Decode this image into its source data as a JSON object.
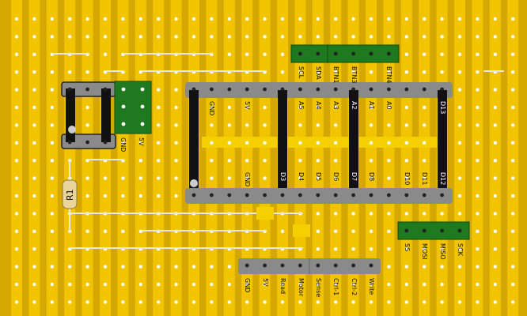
{
  "colors": {
    "board": "#d4a800",
    "strip": "#f2c400",
    "hole": "#ffffff",
    "header_gray": "#8a8a8a",
    "header_green": "#1f7a1f",
    "jumper": "#111111",
    "wire": "#e8e8e8",
    "resistor": "#e9d59a"
  },
  "resistor": {
    "label": "R1"
  },
  "power_header": {
    "labels": [
      "GND",
      "5V"
    ]
  },
  "i2c_header": {
    "labels": [
      "SCL",
      "SDA",
      "BTN1",
      "BTN3",
      "BTN4"
    ]
  },
  "arduino": {
    "top_labels": [
      "GND",
      "5V",
      "A5",
      "A4",
      "A3",
      "A2",
      "A1",
      "A0",
      "D13"
    ],
    "bottom_labels": [
      "GND",
      "D3",
      "D4",
      "D5",
      "D6",
      "D7",
      "D8",
      "D10",
      "D11",
      "D12"
    ]
  },
  "spi_header": {
    "labels": [
      "SS",
      "MOSI",
      "MISO",
      "SCK"
    ]
  },
  "motor_header": {
    "labels": [
      "GND",
      "5V",
      "Read",
      "Motor",
      "Sense",
      "Ctrl-1",
      "Ctrl-2",
      "Write"
    ]
  }
}
